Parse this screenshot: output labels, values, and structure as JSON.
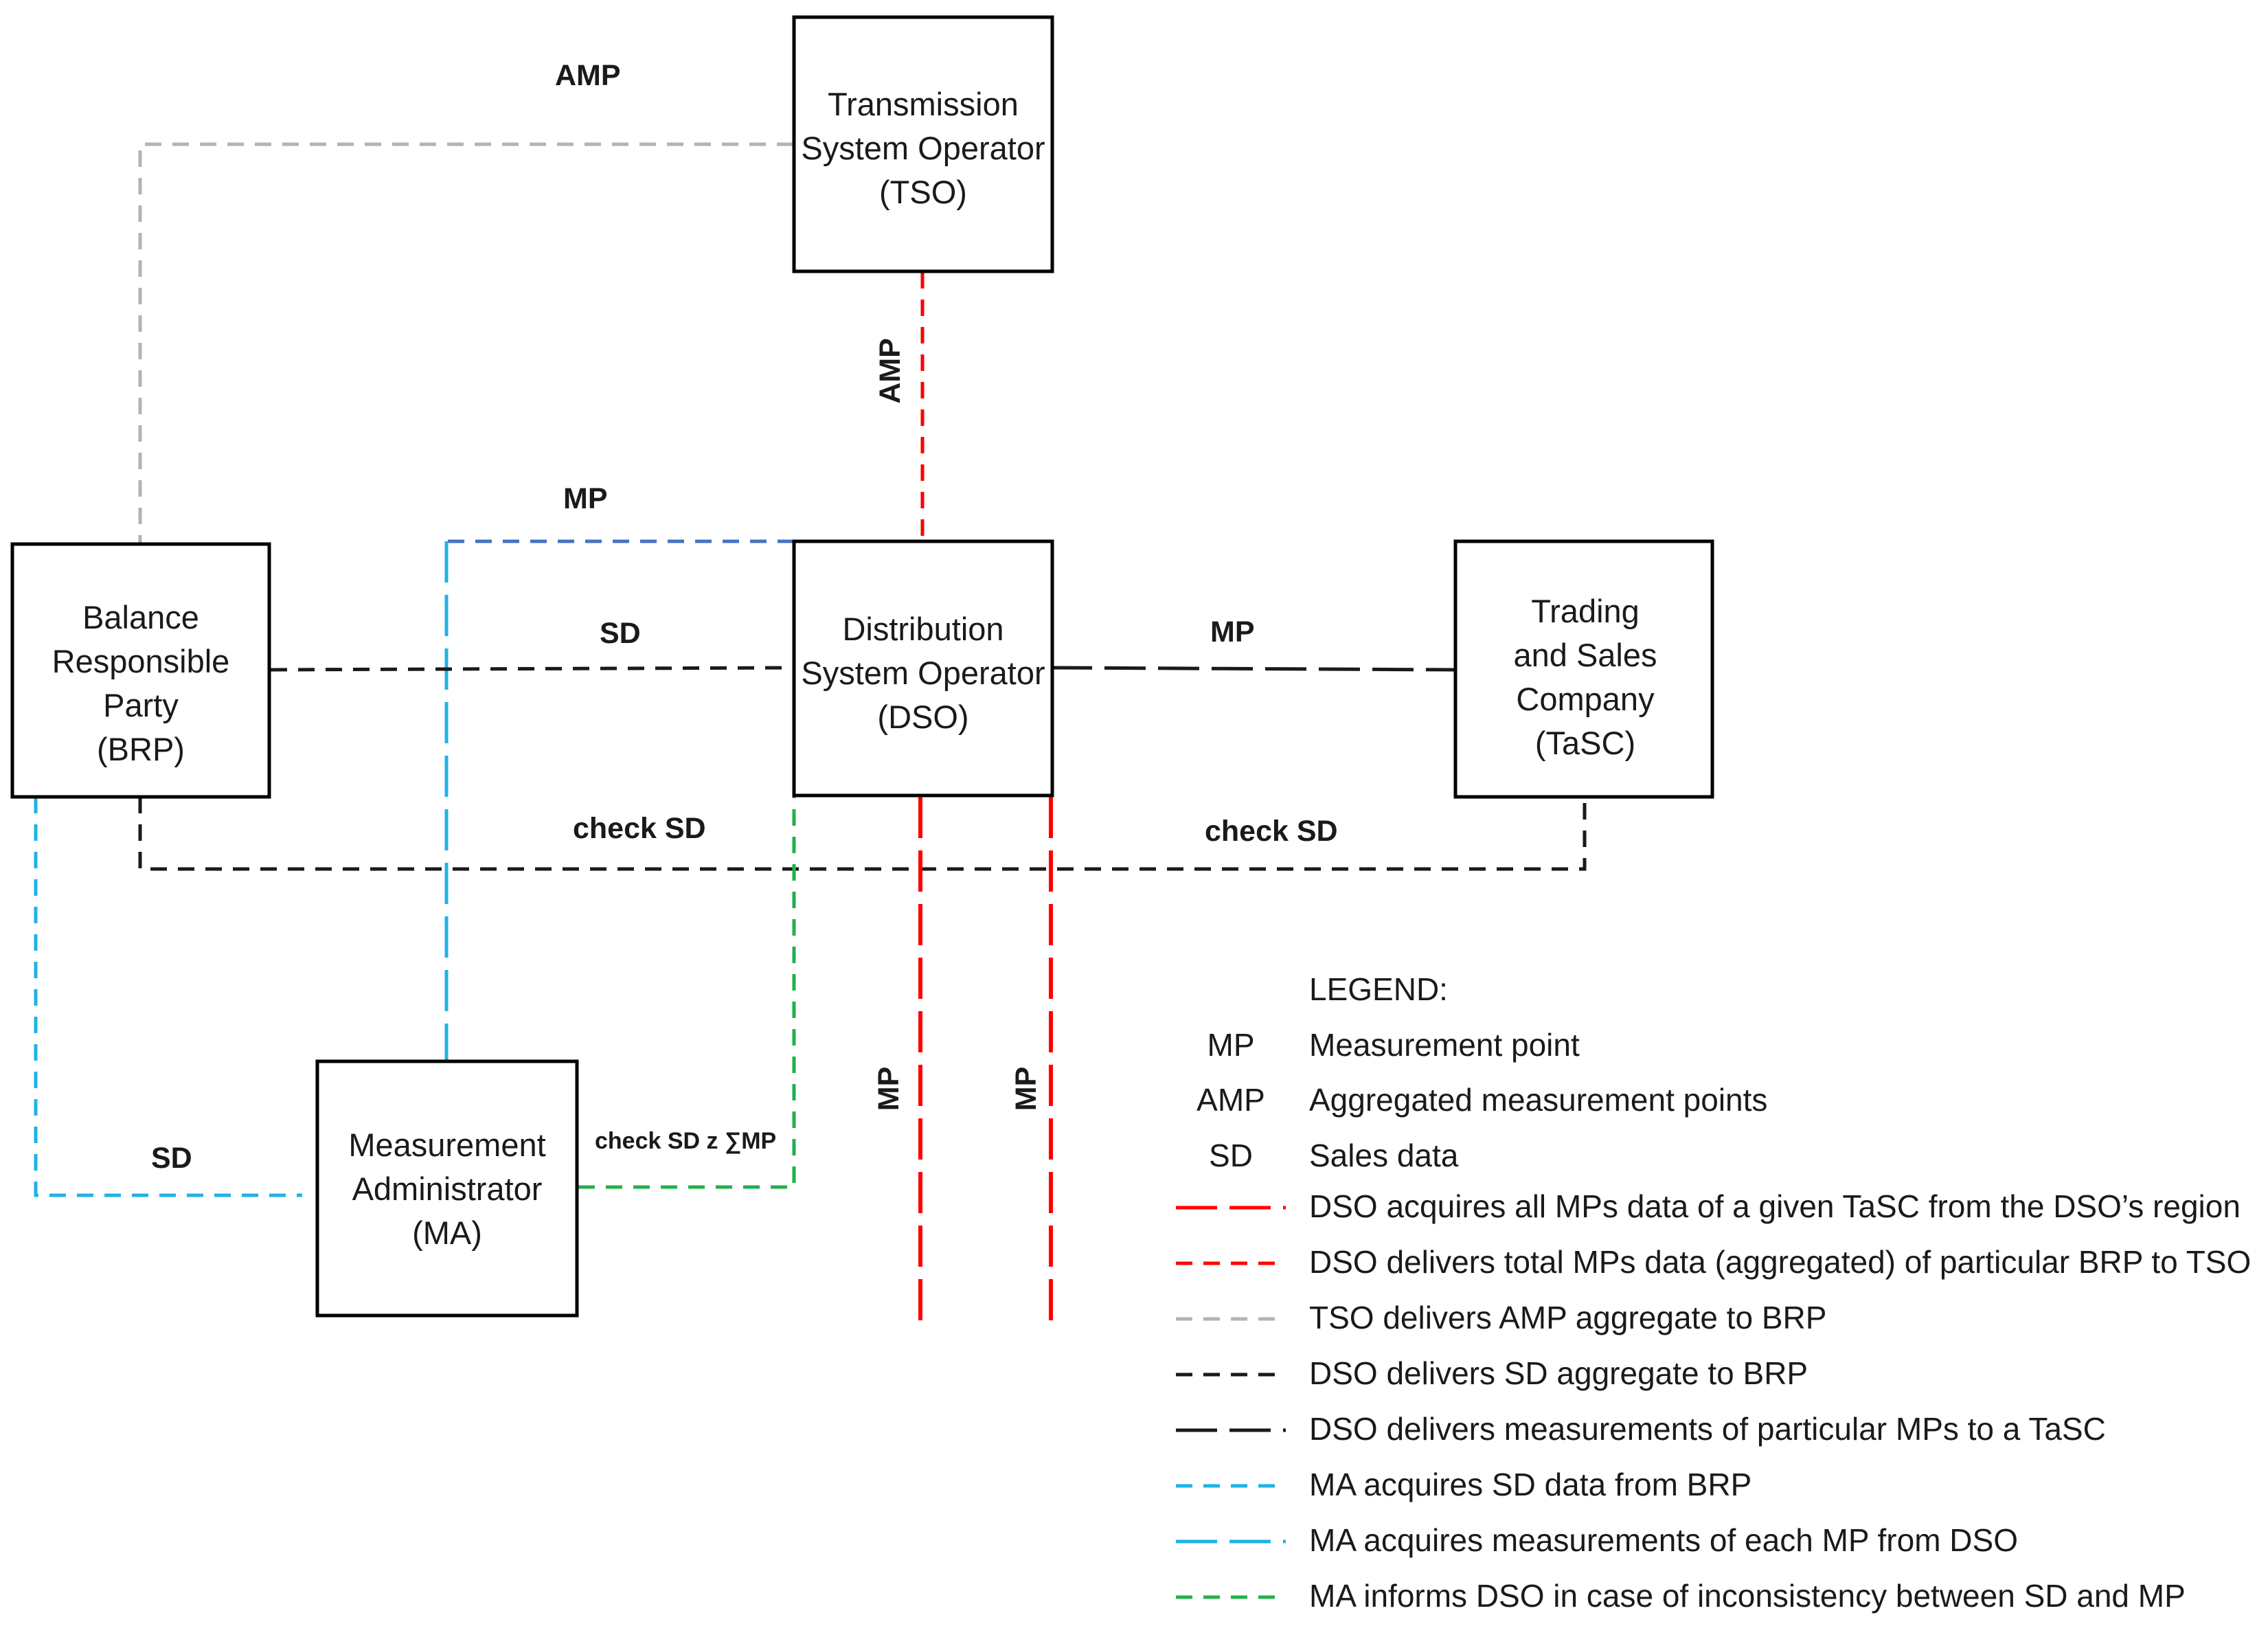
{
  "nodes": {
    "tso": {
      "lines": [
        "Transmission",
        "System Operator",
        "(TSO)"
      ]
    },
    "dso": {
      "lines": [
        "Distribution",
        "System Operator",
        "(DSO)"
      ]
    },
    "brp": {
      "lines": [
        "Balance",
        "Responsible",
        "Party",
        "(BRP)"
      ]
    },
    "tasc": {
      "lines": [
        "Trading",
        "and Sales",
        "Company",
        "(TaSC)"
      ]
    },
    "ma": {
      "lines": [
        "Measurement",
        "Administrator",
        "(MA)"
      ]
    }
  },
  "edge_labels": {
    "amp_top": "AMP",
    "amp_vertical": "AMP",
    "mp_top": "MP",
    "sd_brp_dso": "SD",
    "mp_dso_tasc": "MP",
    "check_sd_left": "check SD",
    "check_sd_right": "check SD",
    "sd_ma": "SD",
    "check_sd_sum_mp": "check SD z ∑MP",
    "mp_red_1": "MP",
    "mp_red_2": "MP"
  },
  "colors": {
    "red": "#ff0000",
    "gray": "#b3b3b3",
    "black": "#1a1a1a",
    "cyan": "#1fb3e8",
    "blue": "#4472c4",
    "green": "#22b14c"
  },
  "legend": {
    "title": "LEGEND:",
    "abbreviations": [
      {
        "abbr": "MP",
        "text": "Measurement point"
      },
      {
        "abbr": "AMP",
        "text": "Aggregated measurement points"
      },
      {
        "abbr": "SD",
        "text": "Sales data"
      }
    ],
    "lines": [
      {
        "style": "long-dash",
        "color": "red",
        "text": "DSO acquires all MPs data of a given TaSC from the DSO’s region"
      },
      {
        "style": "short-dash",
        "color": "red",
        "text": "DSO delivers total MPs data (aggregated) of particular BRP to TSO"
      },
      {
        "style": "short-dash",
        "color": "gray",
        "text": "TSO delivers AMP aggregate to BRP"
      },
      {
        "style": "short-dash",
        "color": "black",
        "text": "DSO delivers SD aggregate to BRP"
      },
      {
        "style": "long-dash",
        "color": "black",
        "text": "DSO delivers measurements of particular MPs to a TaSC"
      },
      {
        "style": "short-dash",
        "color": "cyan",
        "text": "MA acquires SD data from BRP"
      },
      {
        "style": "long-dash",
        "color": "cyan",
        "text": "MA acquires measurements of each MP from DSO"
      },
      {
        "style": "short-dash",
        "color": "green",
        "text": "MA informs DSO in case of inconsistency between SD and MP"
      }
    ]
  }
}
